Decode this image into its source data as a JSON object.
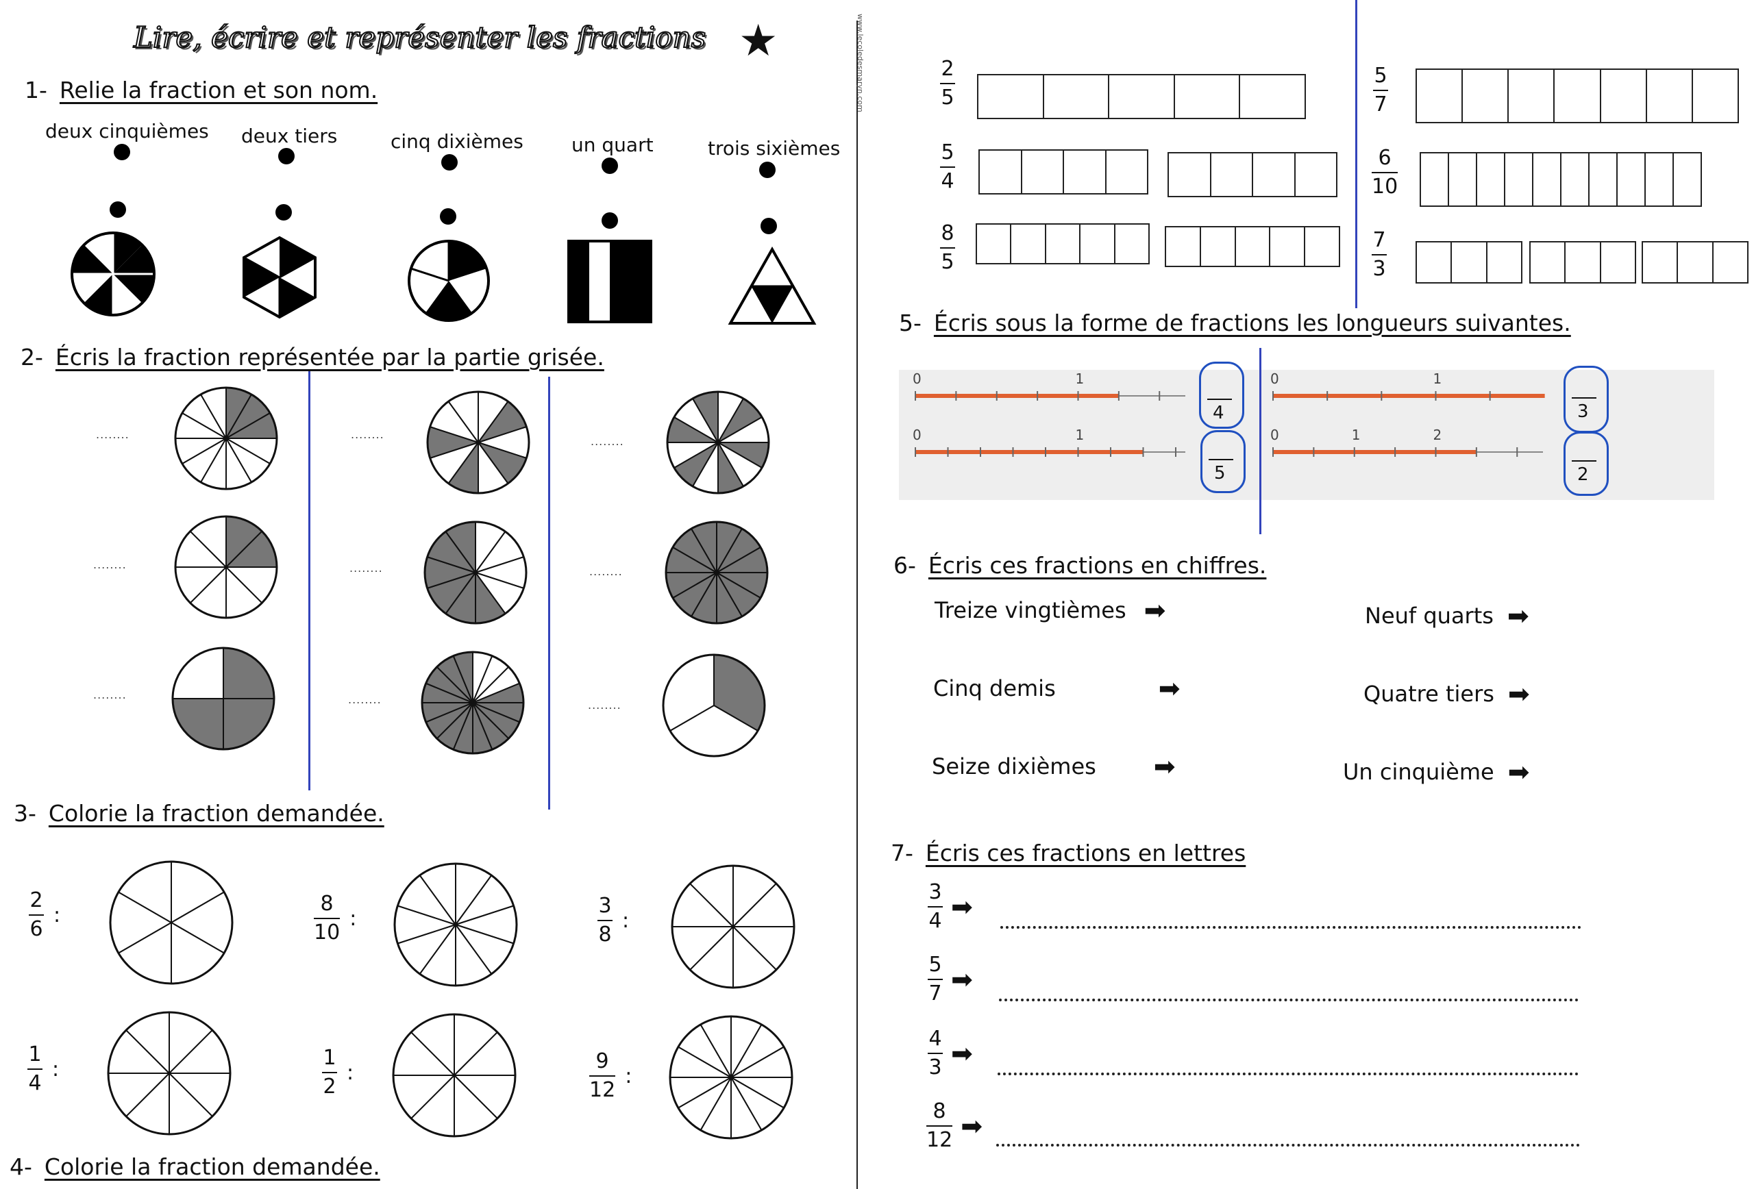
{
  "title": "Lire, écrire et représenter les fractions",
  "watermark": "www.lecoledesmaryn.com",
  "ex1": {
    "num": "1-",
    "instruction": "Relie la fraction et son nom.",
    "names": [
      "deux cinquièmes",
      "deux tiers",
      "cinq dixièmes",
      "un quart",
      "trois sixièmes"
    ]
  },
  "ex2": {
    "num": "2-",
    "instruction": "Écris la fraction représentée par la partie grisée.",
    "blank": "........"
  },
  "ex3": {
    "num": "3-",
    "instruction": "Colorie la fraction demandée.",
    "items": [
      {
        "n": "2",
        "d": "6"
      },
      {
        "n": "8",
        "d": "10"
      },
      {
        "n": "3",
        "d": "8"
      },
      {
        "n": "1",
        "d": "4"
      },
      {
        "n": "1",
        "d": "2"
      },
      {
        "n": "9",
        "d": "12"
      }
    ],
    "colon": ":"
  },
  "ex4": {
    "num": "4-",
    "instruction": "Colorie la fraction demandée.",
    "items": [
      {
        "n": "2",
        "d": "5"
      },
      {
        "n": "5",
        "d": "7"
      },
      {
        "n": "5",
        "d": "4"
      },
      {
        "n": "6",
        "d": "10"
      },
      {
        "n": "8",
        "d": "5"
      },
      {
        "n": "7",
        "d": "3"
      }
    ]
  },
  "ex5": {
    "num": "5-",
    "instruction": "Écris sous la forme de fractions les longueurs suivantes.",
    "lines": [
      {
        "labels": [
          "0",
          "1"
        ],
        "denominator": "4"
      },
      {
        "labels": [
          "0",
          "1"
        ],
        "denominator": "3"
      },
      {
        "labels": [
          "0",
          "1"
        ],
        "denominator": "5"
      },
      {
        "labels": [
          "0",
          "1",
          "2"
        ],
        "denominator": "2"
      }
    ]
  },
  "ex6": {
    "num": "6-",
    "instruction": "Écris ces fractions en chiffres.",
    "left": [
      "Treize vingtièmes",
      "Cinq demis",
      "Seize dixièmes"
    ],
    "right": [
      "Neuf quarts",
      "Quatre tiers",
      "Un cinquième"
    ]
  },
  "ex7": {
    "num": "7-",
    "instruction": "Écris ces fractions en lettres",
    "items": [
      {
        "n": "3",
        "d": "4"
      },
      {
        "n": "5",
        "d": "7"
      },
      {
        "n": "4",
        "d": "3"
      },
      {
        "n": "8",
        "d": "12"
      }
    ]
  },
  "colors": {
    "ink": "#111111",
    "grey_fill": "#777777",
    "blue_ink": "#2050c0",
    "orange": "#e06030"
  }
}
